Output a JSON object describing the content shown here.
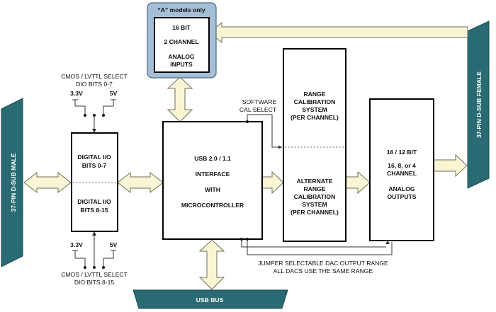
{
  "colors": {
    "connector": "#2a6b73",
    "optional_panel": "#a4bfd6",
    "arrow_fill": "#f8f6d4"
  },
  "analog_inputs": {
    "badge": "“A” models only",
    "line1": "16 BIT",
    "line2": "2 CHANNEL",
    "line3": "ANALOG",
    "line4": "INPUTS"
  },
  "digital_io": {
    "top_line1": "DIGITAL I/O",
    "top_line2": "BITS 0-7",
    "bottom_line1": "DIGITAL I/O",
    "bottom_line2": "BITS 8-15"
  },
  "usb_interface": {
    "line1": "USB 2.0 / 1.1",
    "line2": "INTERFACE",
    "line3": "WITH",
    "line4": "MICROCONTROLLER"
  },
  "calibration": {
    "top_line1": "RANGE",
    "top_line2": "CALIBRATION",
    "top_line3": "SYSTEM",
    "top_line4": "(PER CHANNEL)",
    "bottom_line1": "ALTERNATE",
    "bottom_line2": "RANGE",
    "bottom_line3": "CALIBRATION",
    "bottom_line4": "SYSTEM",
    "bottom_line5": "(PER CHANNEL)"
  },
  "analog_outputs": {
    "line1": "16 / 12 BIT",
    "line2": "16, 8, or 4",
    "line3": "CHANNEL",
    "line4": "ANALOG",
    "line5": "OUTPUTS"
  },
  "software_cal": {
    "line1": "SOFTWARE",
    "line2": "CAL SELECT"
  },
  "level_select_top": {
    "line1": "CMOS / LVTTL SELECT",
    "line2": "DIO BITS 0-7",
    "v_low": "3.3V",
    "v_high": "5V"
  },
  "level_select_bottom": {
    "line1": "CMOS / LVTTL SELECT",
    "line2": "DIO BITS 8-15",
    "v_low": "3.3V",
    "v_high": "5V"
  },
  "jumper_note": {
    "line1": "JUMPER SELECTABLE DAC OUTPUT RANGE",
    "line2": "ALL DACS USE THE SAME RANGE"
  },
  "connectors": {
    "left": "37-PIN D-SUB MALE",
    "right": "37-PIN D-SUB FEMALE",
    "bottom": "USB BUS"
  }
}
